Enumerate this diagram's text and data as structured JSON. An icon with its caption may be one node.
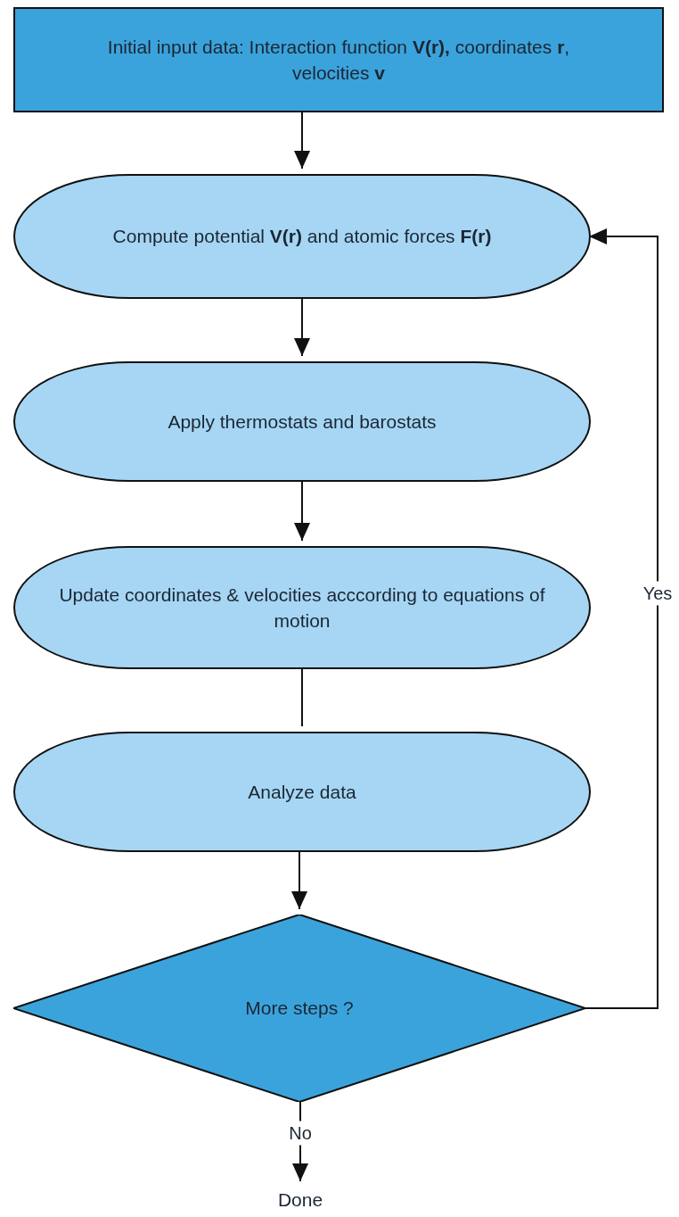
{
  "diagram": {
    "nodes": [
      {
        "text": [
          "Initial input data: Interaction function **V(r),** coordinates **r**, velocities **v**"
        ]
      },
      {
        "text": [
          "Compute potential **V(r)** and atomic forces **F(r)**"
        ]
      },
      {
        "text": [
          "Apply thermostats and barostats"
        ]
      },
      {
        "text": [
          "Update coordinates & velocities acccording to equations of motion"
        ]
      },
      {
        "text": [
          "Analyze data"
        ]
      },
      {
        "text": [
          "More steps ?"
        ]
      },
      {
        "text": [
          "Done"
        ]
      }
    ],
    "edges": [
      {
        "from": 0,
        "to": 1,
        "arrow": "to"
      },
      {
        "from": 1,
        "to": 2,
        "arrow": "to"
      },
      {
        "from": 2,
        "to": 3,
        "arrow": "to"
      },
      {
        "from": 3,
        "to": 4,
        "arrow": "none"
      },
      {
        "from": 4,
        "to": 5,
        "arrow": "to"
      },
      {
        "from": 5,
        "to": 1,
        "arrow": "to",
        "label": "Yes"
      },
      {
        "from": 5,
        "to": 6,
        "arrow": "to",
        "label": "No"
      }
    ]
  }
}
